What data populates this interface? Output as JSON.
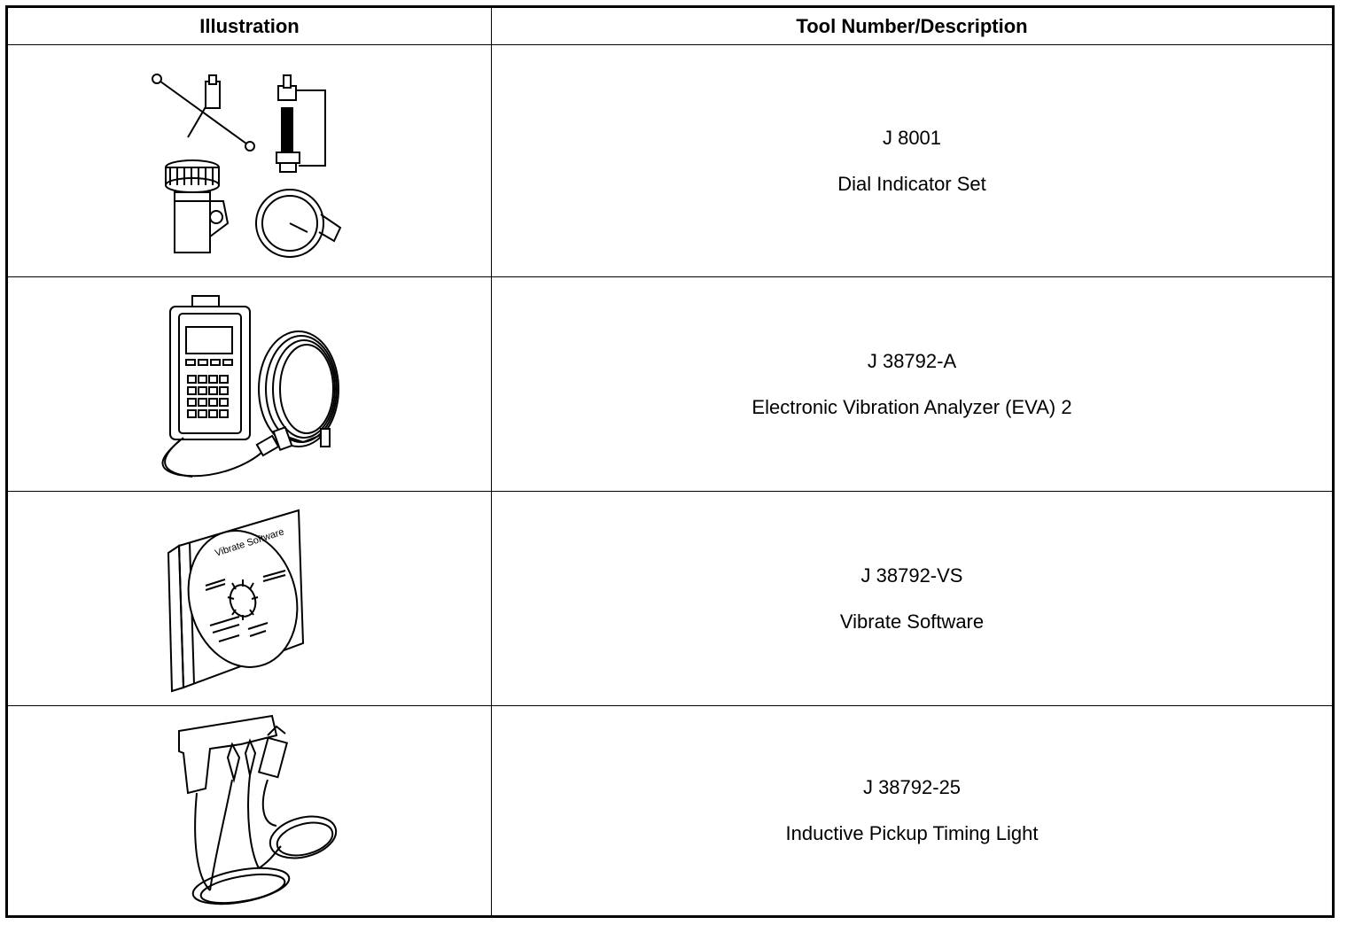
{
  "table": {
    "headers": [
      "Illustration",
      "Tool Number/Description"
    ],
    "rows": [
      {
        "tool_number": "J 8001",
        "description": "Dial Indicator Set",
        "icon": "dial-indicator-set-illustration"
      },
      {
        "tool_number": "J 38792-A",
        "description": "Electronic Vibration Analyzer (EVA) 2",
        "icon": "vibration-analyzer-illustration"
      },
      {
        "tool_number": "J 38792-VS",
        "description": "Vibrate Software",
        "icon": "software-cd-illustration",
        "cd_label": "Vibrate Software"
      },
      {
        "tool_number": "J 38792-25",
        "description": "Inductive Pickup Timing Light",
        "icon": "timing-light-illustration"
      }
    ]
  }
}
